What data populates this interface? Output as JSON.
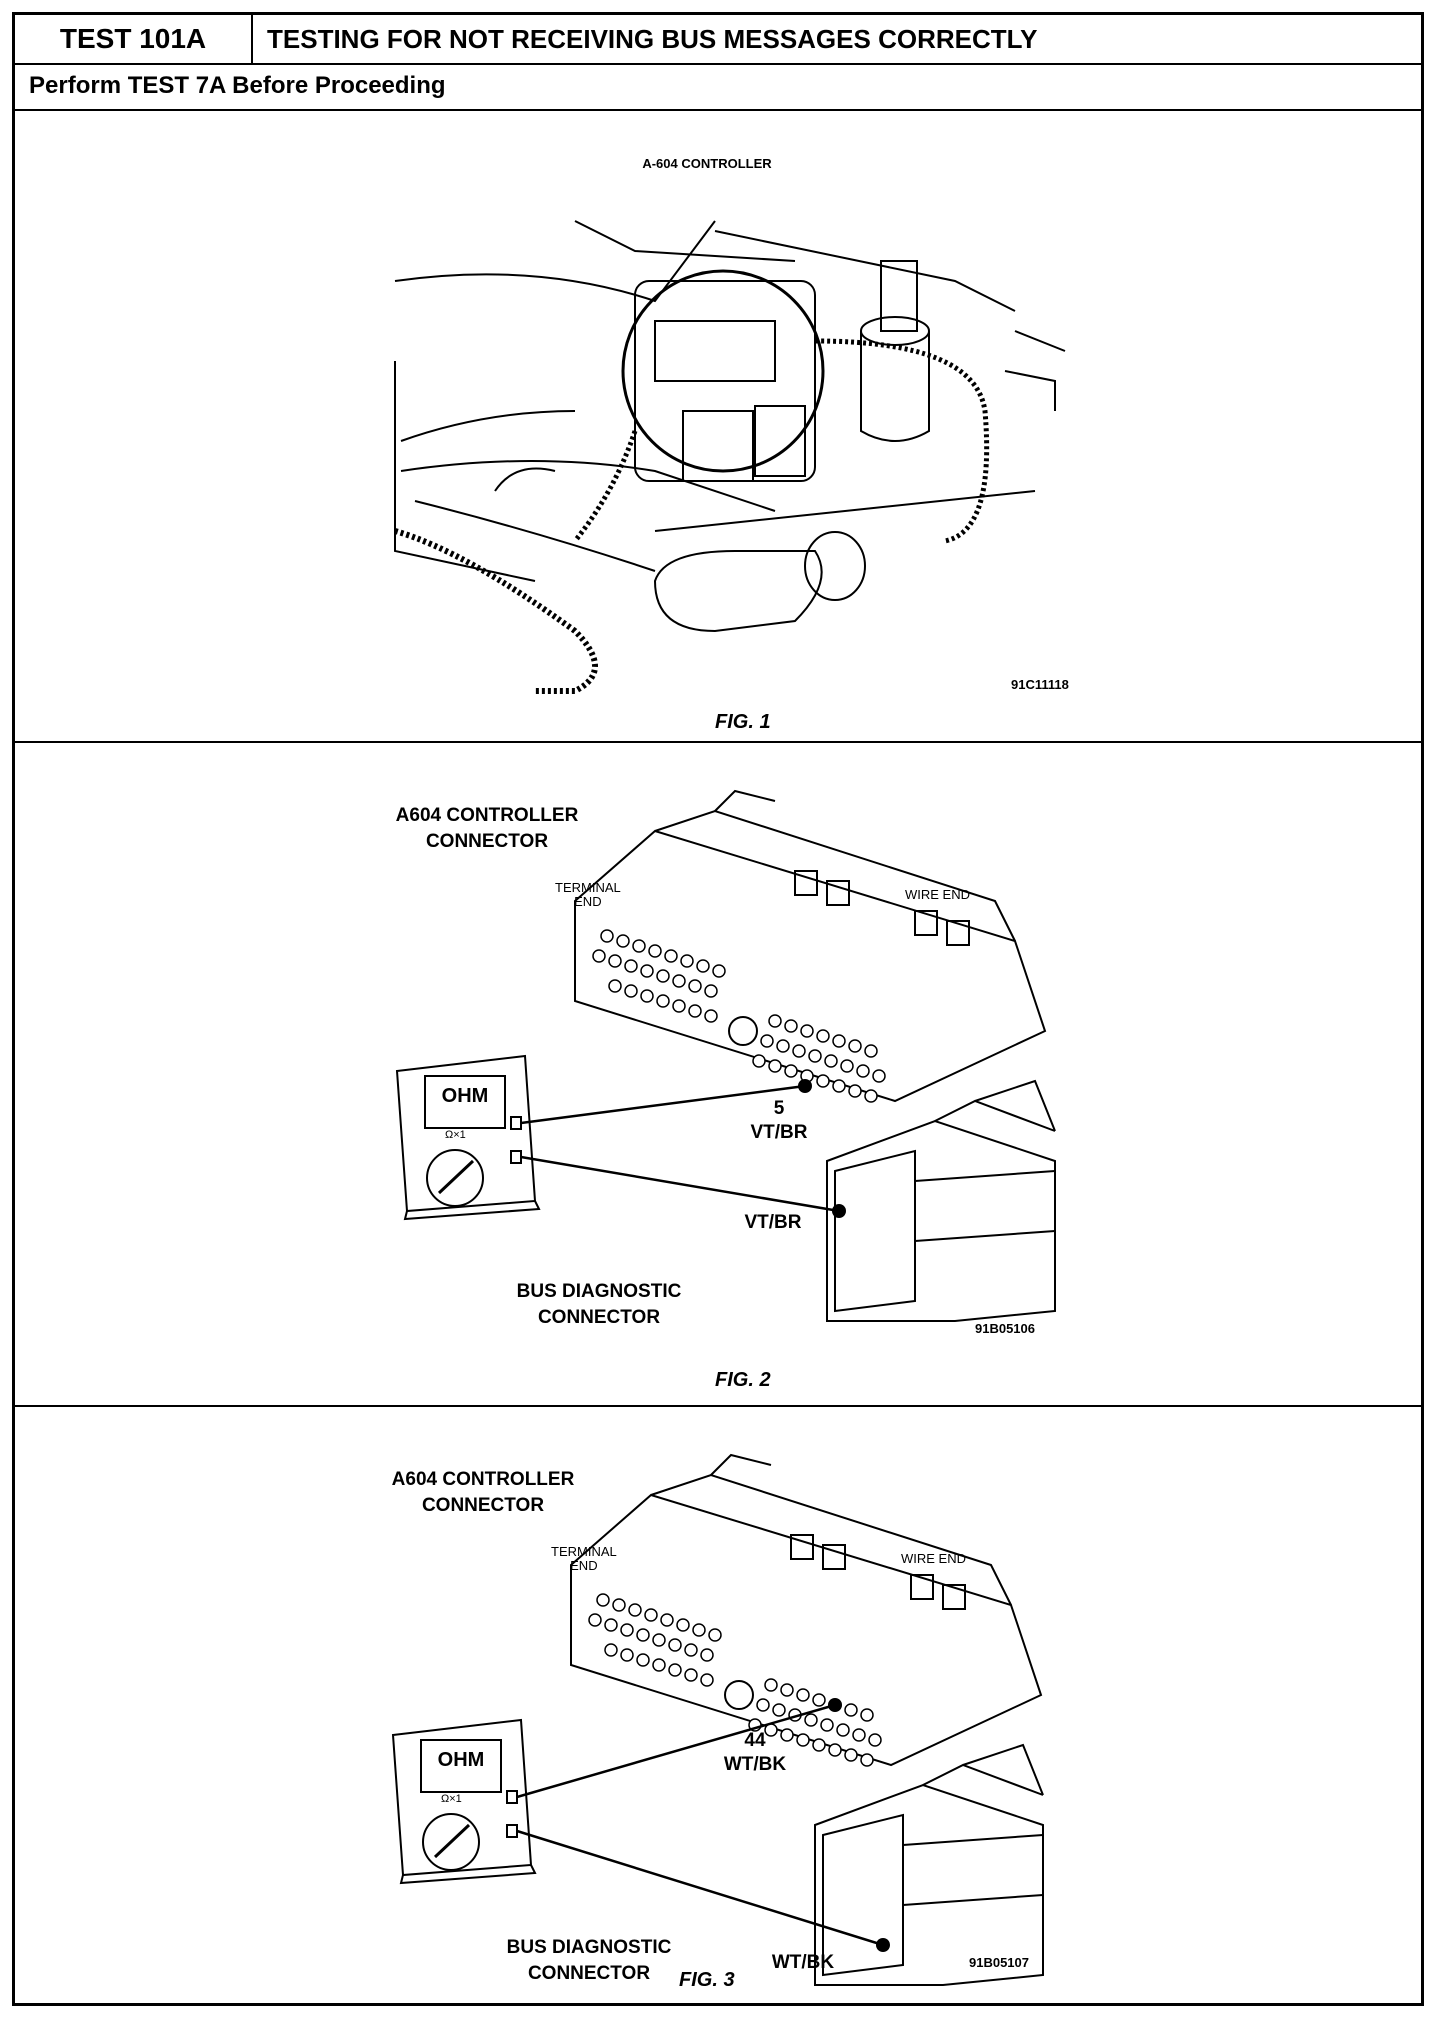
{
  "header": {
    "test_id": "TEST 101A",
    "title": "TESTING FOR NOT RECEIVING BUS MESSAGES CORRECTLY",
    "prerequisite": "Perform TEST 7A Before Proceeding"
  },
  "fig1": {
    "label": "A-604 CONTROLLER",
    "code": "91C11118",
    "caption": "FIG. 1"
  },
  "fig2": {
    "connector_label": "A604 CONTROLLER\nCONNECTOR",
    "terminal_end": "TERMINAL\nEND",
    "wire_end": "WIRE END",
    "meter_display": "OHM",
    "meter_range": "Ω×1",
    "pin_number": "5",
    "pin_wire": "VT/BR",
    "diag_wire": "VT/BR",
    "diag_label": "BUS DIAGNOSTIC\nCONNECTOR",
    "code": "91B05106",
    "caption": "FIG. 2"
  },
  "fig3": {
    "connector_label": "A604 CONTROLLER\nCONNECTOR",
    "terminal_end": "TERMINAL\nEND",
    "wire_end": "WIRE END",
    "meter_display": "OHM",
    "meter_range": "Ω×1",
    "pin_number": "44",
    "pin_wire": "WT/BK",
    "diag_wire": "WT/BK",
    "diag_label": "BUS DIAGNOSTIC\nCONNECTOR",
    "code": "91B05107",
    "caption": "FIG. 3"
  }
}
